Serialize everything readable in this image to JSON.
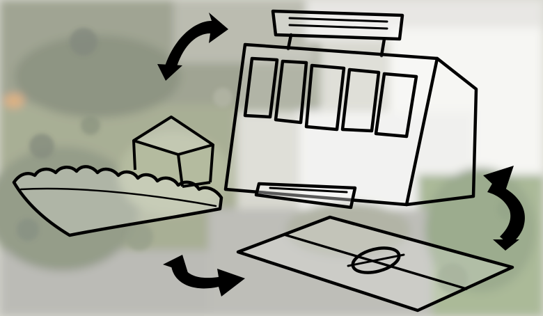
{
  "diagram": {
    "nodes": [
      {
        "id": "seed-tray",
        "icon": "seed-tray-icon"
      },
      {
        "id": "shed",
        "icon": "shed-icon"
      },
      {
        "id": "market-stall",
        "icon": "market-stall-icon"
      },
      {
        "id": "sports-field",
        "icon": "sports-field-icon"
      }
    ],
    "cycle": [
      "seed-tray",
      "market-stall",
      "sports-field",
      "seed-tray"
    ],
    "colors": {
      "line": "#000000",
      "fill": "#ffffff",
      "overlay": "#ffffff",
      "foliage_dark": "#3c4a2c",
      "foliage_mid": "#6f7a4e",
      "foliage_light": "#a8ae86",
      "path": "#9a9890"
    }
  }
}
